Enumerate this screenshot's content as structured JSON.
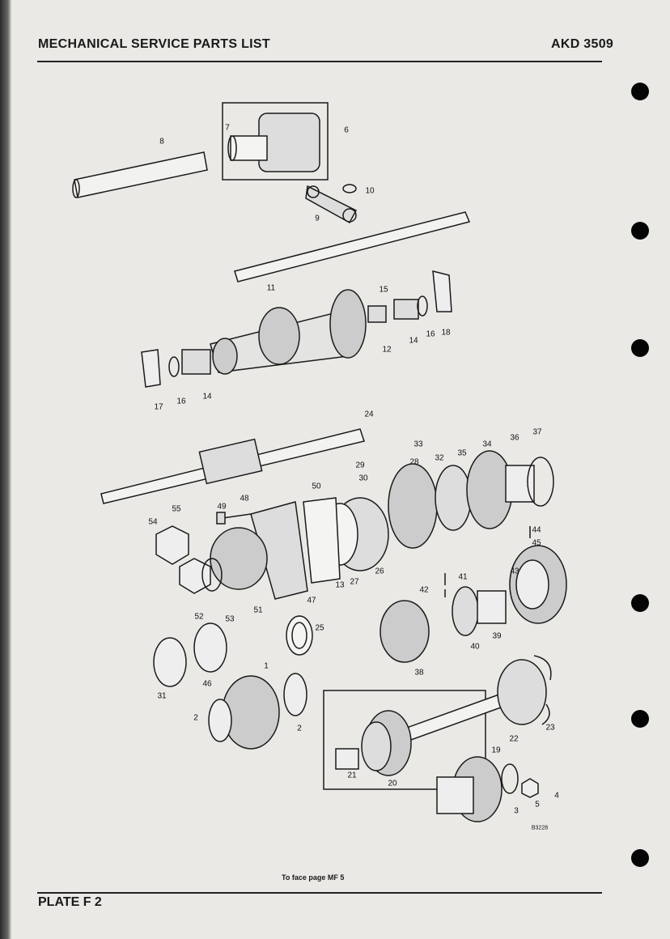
{
  "header": {
    "title": "MECHANICAL SERVICE PARTS LIST",
    "code": "AKD 3509"
  },
  "footer": {
    "plate": "PLATE F 2",
    "face_note": "To face page MF 5"
  },
  "diagram": {
    "drawing_ref": "B3228",
    "callouts": [
      "8",
      "7",
      "6",
      "10",
      "9",
      "11",
      "15",
      "12",
      "14",
      "16",
      "18",
      "17",
      "16",
      "14",
      "24",
      "33",
      "29",
      "28",
      "32",
      "35",
      "34",
      "36",
      "37",
      "30",
      "50",
      "48",
      "49",
      "55",
      "54",
      "44",
      "45",
      "43",
      "41",
      "42",
      "27",
      "26",
      "13",
      "47",
      "51",
      "52",
      "53",
      "25",
      "40",
      "39",
      "38",
      "1",
      "31",
      "46",
      "2",
      "2",
      "23",
      "22",
      "19",
      "21",
      "20",
      "4",
      "5",
      "3"
    ]
  }
}
